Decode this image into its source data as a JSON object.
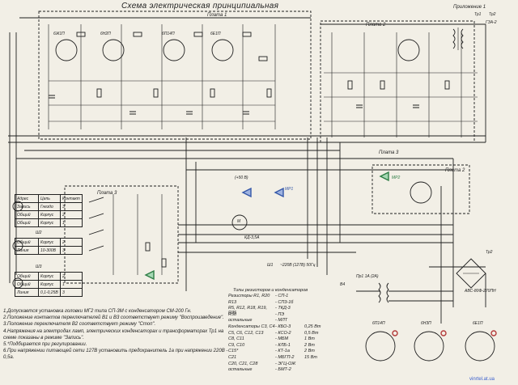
{
  "title": "Схема электрическая принципиальная",
  "labels": {
    "plata1": "Плата 1",
    "plata2": "Плата 2",
    "plata3": "Плата 3",
    "plata3b": "Плата 3",
    "plata2b": "Плата 2",
    "prilozhenie": "Приложение 1",
    "tr1": "Тр1",
    "tr2": "Тр2",
    "tr2b": "Тр2",
    "ny_label": "ГЗА-2",
    "in_label": "(+50 В)",
    "motor": "М",
    "motor_type": "КД-3,5А",
    "l1": "6Ж1П",
    "l2": "6Н2П",
    "l3": "6П14П",
    "l4": "6Е1П",
    "lamp_bottom": "6П14П",
    "lamp_bottom2": "6Н3П",
    "lamp_bottom3": "6Е1П",
    "shunt": "Ш1",
    "shunt_value": "~220В (127В) 50Гц",
    "bridge": "АВС-80Ф-270ПН",
    "pr1": "Пр1 1А (2А)",
    "b4": "В4",
    "mp1": "МР1",
    "mp2": "МР2"
  },
  "tables": {
    "t1": {
      "header": [
        "Адрес",
        "Цепь",
        "Контакт"
      ],
      "rows": [
        [
          "Запись",
          "Гнездо",
          "3"
        ],
        [
          "Общий",
          "Корпус",
          "2"
        ],
        [
          "Общий",
          "Корпус",
          "1"
        ]
      ]
    },
    "t2": {
      "header": [
        "Ш2"
      ],
      "rows": [
        [
          "Общий",
          "Корпус",
          "2"
        ],
        [
          "Линия",
          "10-300В",
          "3"
        ]
      ]
    },
    "t3": {
      "header": [
        "Ш3"
      ],
      "rows": [
        [
          "Общий",
          "Корпус",
          "2"
        ],
        [
          "Общий",
          "Корпус",
          "1"
        ],
        [
          "Линия",
          "0,1-0,25В",
          "3"
        ]
      ]
    }
  },
  "legend": {
    "heading": "Типы резисторов и конденсаторов",
    "rows": [
      [
        "Резисторы R1, R20",
        "- СП-1",
        "",
        ""
      ],
      [
        "R13",
        "- СП3-1б",
        "",
        ""
      ],
      [
        "R5, R12, R18, R19, R35",
        "- ТКД-3",
        "",
        ""
      ],
      [
        "R58",
        "- ПЭ",
        "",
        ""
      ],
      [
        "остальные",
        "- МЛТ",
        "",
        ""
      ],
      [
        "Конденсаторы С3, С4",
        "- КБО-3",
        "0,25 Вт",
        ""
      ],
      [
        "С5, С6, С12, С13",
        "- КСО-2",
        "0,5 Вт",
        ""
      ],
      [
        "С8, С11",
        "- МБМ",
        "1 Вт",
        ""
      ],
      [
        "С9, С10",
        "- КЛБ-1",
        "2 Вт",
        ""
      ],
      [
        "С15*",
        "- КТ-1а",
        "2 Вт",
        ""
      ],
      [
        "С21",
        "- МБГП-2",
        "15 Вт",
        ""
      ],
      [
        "С20, С21, С28",
        "- ЭГЦ-ОЖ",
        "",
        ""
      ],
      [
        "остальные",
        "- БМТ-2",
        "",
        ""
      ]
    ]
  },
  "notes": [
    "1.Допускается установка головки МГ2 типа СП-3М с конденсатором СМ-200 Гн.",
    "2.Положение контактов переключателей В1 и В3 соответствует режиму \"Воспроизведение\".",
    "3.Положение переключателя В2 соответствует режиму \"Стоп\".",
    "4.Напряжения на электродах ламп, электрических конденсаторах и трансформаторах Тр1 на схеме показаны в режиме \"Запись\".",
    "5.*Подбирается при регулировании.",
    "6.При напряжении питающей сети 127В установить предохранитель 1а при напряжении 220В - 0,5а."
  ],
  "site": "vinrtel.at.ua",
  "colors": {
    "paper": "#f2efe6",
    "ink": "#1f1f1f",
    "blue": "#3457a8",
    "green": "#2e7d45",
    "red": "#b23a3a"
  }
}
